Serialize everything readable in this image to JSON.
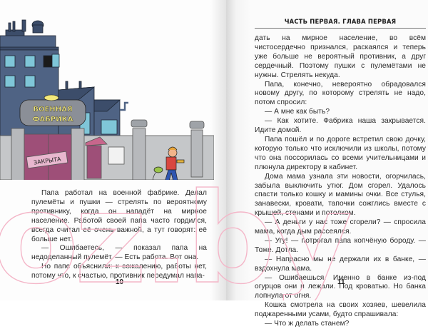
{
  "book": {
    "left_page": {
      "page_number": "10",
      "illustration": {
        "sign_line1": "ВОЕННАЯ",
        "sign_line2": "ФАБРИКА",
        "gate_plaque": "ЗАКРЫТА"
      },
      "paragraphs": [
        "Папа работал на военной фабрике. Делал пулемёты и пушки — стрелять по вероятному противнику, когда он нападёт на мирное население. Работой своей папа часто гордился, всегда считал её очень важной, а тут говорят: её больше нет.",
        "— Ошибаетесь, — показал папа на недоделанный пулемёт. — Есть работа. Вот она.",
        "Но папе объяснили: к сожалению, работы нет, потому что, к счастью, противник передумал напа-"
      ]
    },
    "right_page": {
      "page_number": "11",
      "running_head": "ЧАСТЬ ПЕРВАЯ. ГЛАВА ПЕРВАЯ",
      "paragraphs": [
        "дать на мирное население, во всём чистосердечно признался, раскаялся и теперь уже больше не вероятный противник, а друг сердечный. Поэтому пушки с пулемётами не нужны. Стрелять некуда.",
        "Папа, конечно, невероятно обрадовался новому другу, по которому стрелять не надо, потом спросил:",
        "— А мне как быть?",
        "— Как хотите. Фабрика наша закрывается. Идите домой.",
        "Папа пошёл и по дороге встретил свою дочку, которую только что исключили из школы, потому что она поссорилась со всеми учительницами и плюнула директору в кабинет.",
        "Дома мама узнала эти новости, огорчилась, забыла выключить утюг. Дом сгорел. Удалось спасти только кошку и мамины очки. Все стулья, занавески, кровати, тапочки сожглись вместе с крышей, стенами и потолком.",
        "— А деньги у нас тоже сгорели? — спросила мама, когда дым рассеялся.",
        "— Угу! — потрогал папа копчёную бороду. — Тоже. Дотла.",
        "— Напрасно мы не держали их в банке, — вздохнула мама.",
        "— Ошибаешься. Именно в банке из-под огурцов они и лежали. Под кроватью. Но банка лопнула от огня.",
        "Кошка смотрела на своих хозяев, шевелила поджаренными усами, будто спрашивала:",
        "— Что ж делать станем?"
      ]
    }
  },
  "watermark": {
    "text": "oz.by"
  },
  "colors": {
    "building": "#4f6384",
    "building_dark": "#3c4d6a",
    "window": "#7fc6d8",
    "sign_plate": "#8b8f97",
    "sign_text": "#f2e87a",
    "fence": "#c5c7c9",
    "gate": "#9e4f78",
    "watermark_stroke": "#f4b6c8"
  }
}
